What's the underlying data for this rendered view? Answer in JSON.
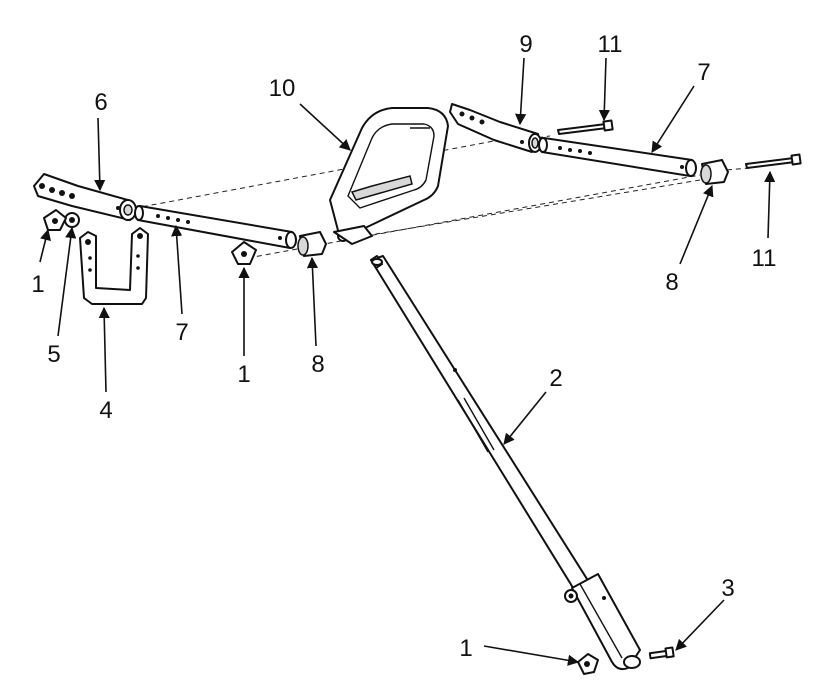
{
  "diagram": {
    "callouts": [
      {
        "id": "c1a",
        "label": "1"
      },
      {
        "id": "c1b",
        "label": "1"
      },
      {
        "id": "c1c",
        "label": "1"
      },
      {
        "id": "c2",
        "label": "2"
      },
      {
        "id": "c3",
        "label": "3"
      },
      {
        "id": "c4",
        "label": "4"
      },
      {
        "id": "c5",
        "label": "5"
      },
      {
        "id": "c6",
        "label": "6"
      },
      {
        "id": "c7a",
        "label": "7"
      },
      {
        "id": "c7b",
        "label": "7"
      },
      {
        "id": "c8a",
        "label": "8"
      },
      {
        "id": "c8b",
        "label": "8"
      },
      {
        "id": "c9",
        "label": "9"
      },
      {
        "id": "c10",
        "label": "10"
      },
      {
        "id": "c11a",
        "label": "11"
      },
      {
        "id": "c11b",
        "label": "11"
      }
    ]
  },
  "colors": {
    "line": "#111111",
    "background": "#ffffff"
  }
}
